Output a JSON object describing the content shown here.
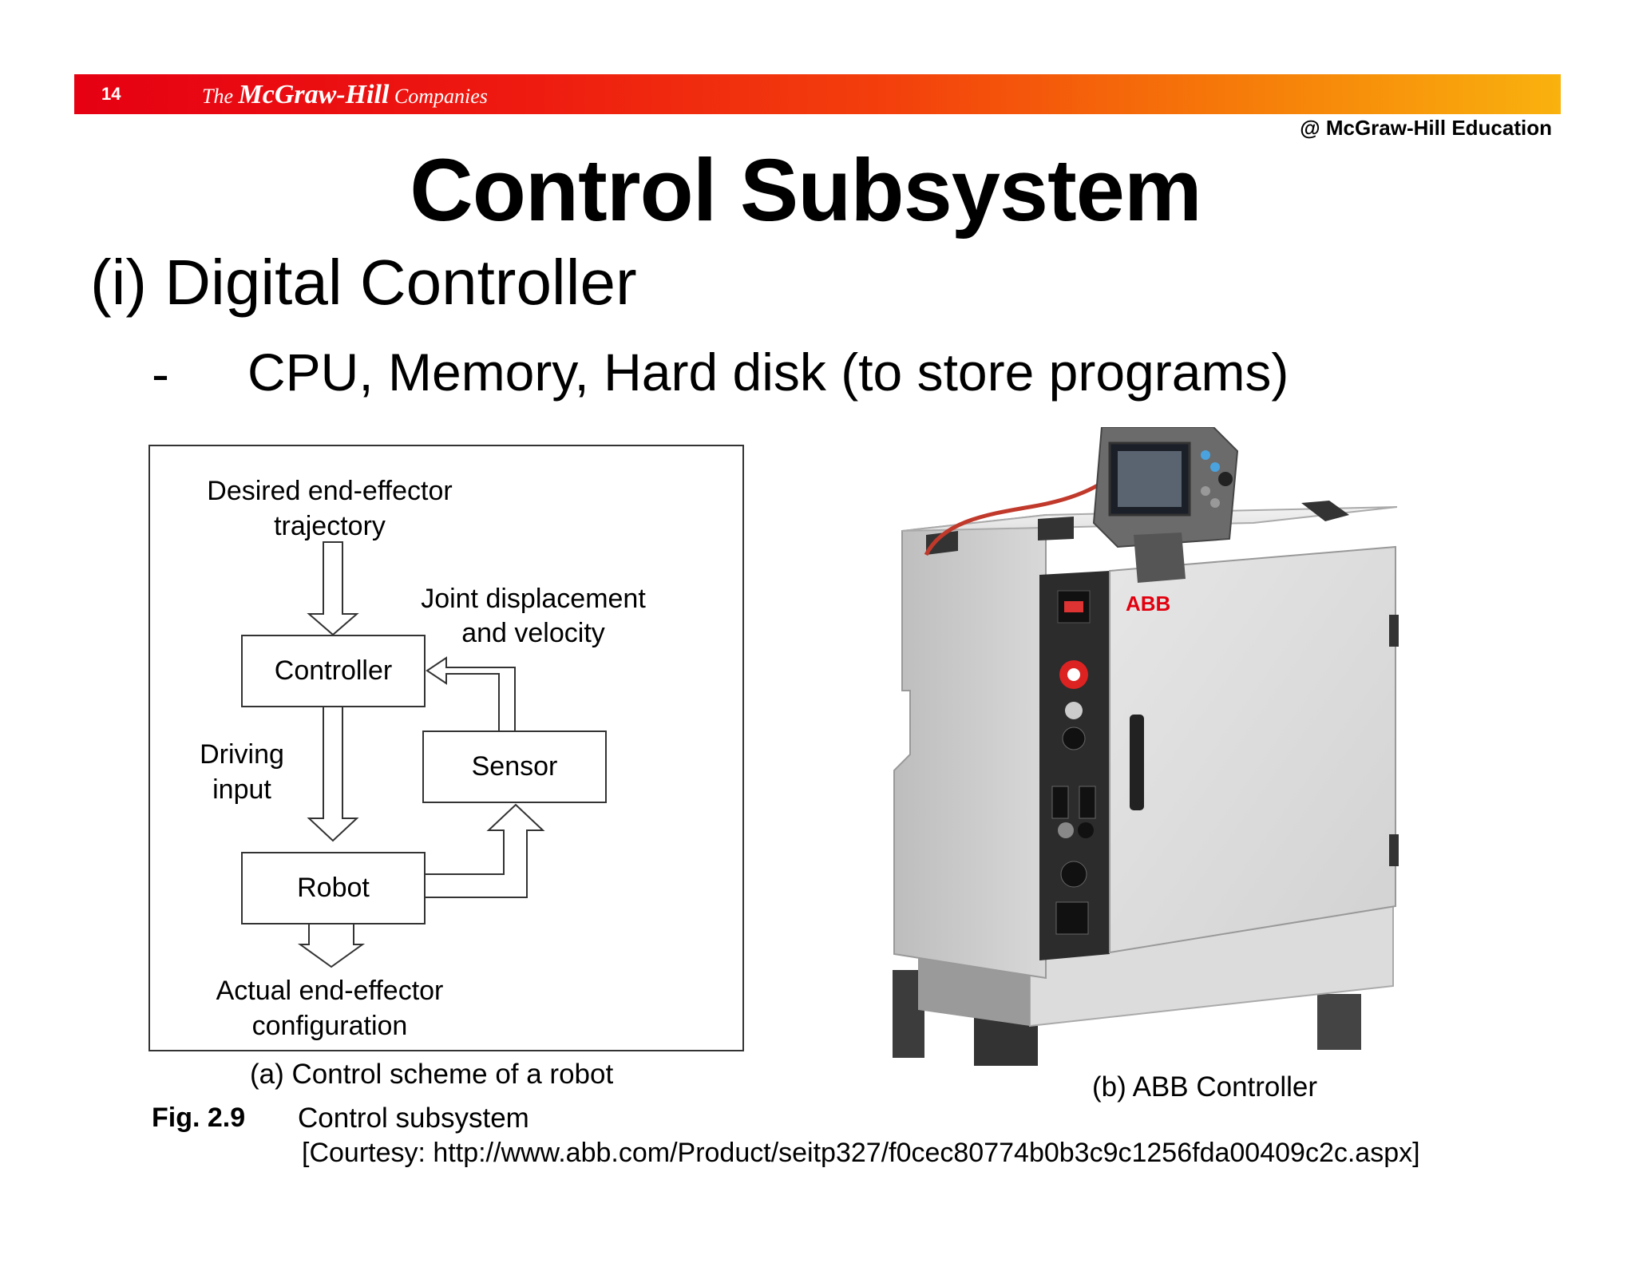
{
  "header": {
    "page_number": "14",
    "brand_the": "The ",
    "brand_name": "McGraw-Hill",
    "brand_companies": " Companies"
  },
  "copyright": "@ McGraw-Hill Education",
  "slide": {
    "title": "Control Subsystem",
    "heading": "(i)  Digital Controller",
    "bullet_dash": "-",
    "bullet": "CPU, Memory, Hard disk (to store programs)"
  },
  "diagram": {
    "desired_line1": "Desired end-effector",
    "desired_line2": "trajectory",
    "joint_line1": "Joint displacement",
    "joint_line2": "and velocity",
    "controller": "Controller",
    "sensor": "Sensor",
    "driving_line1": "Driving",
    "driving_line2": "input",
    "robot": "Robot",
    "actual_line1": "Actual end-effector",
    "actual_line2": "configuration"
  },
  "captions": {
    "a": "(a) Control scheme of a robot",
    "b": "(b)  ABB Controller",
    "fig_label": "Fig.  2.9",
    "fig_title": "Control subsystem",
    "courtesy": "[Courtesy: http://www.abb.com/Product/seitp327/f0cec80774b0b3c9c1256fda00409c2c.aspx]"
  },
  "photo": {
    "logo": "ABB"
  },
  "colors": {
    "header_start": "#e60012",
    "header_end": "#f9b20e",
    "abb_red": "#e2000f"
  }
}
